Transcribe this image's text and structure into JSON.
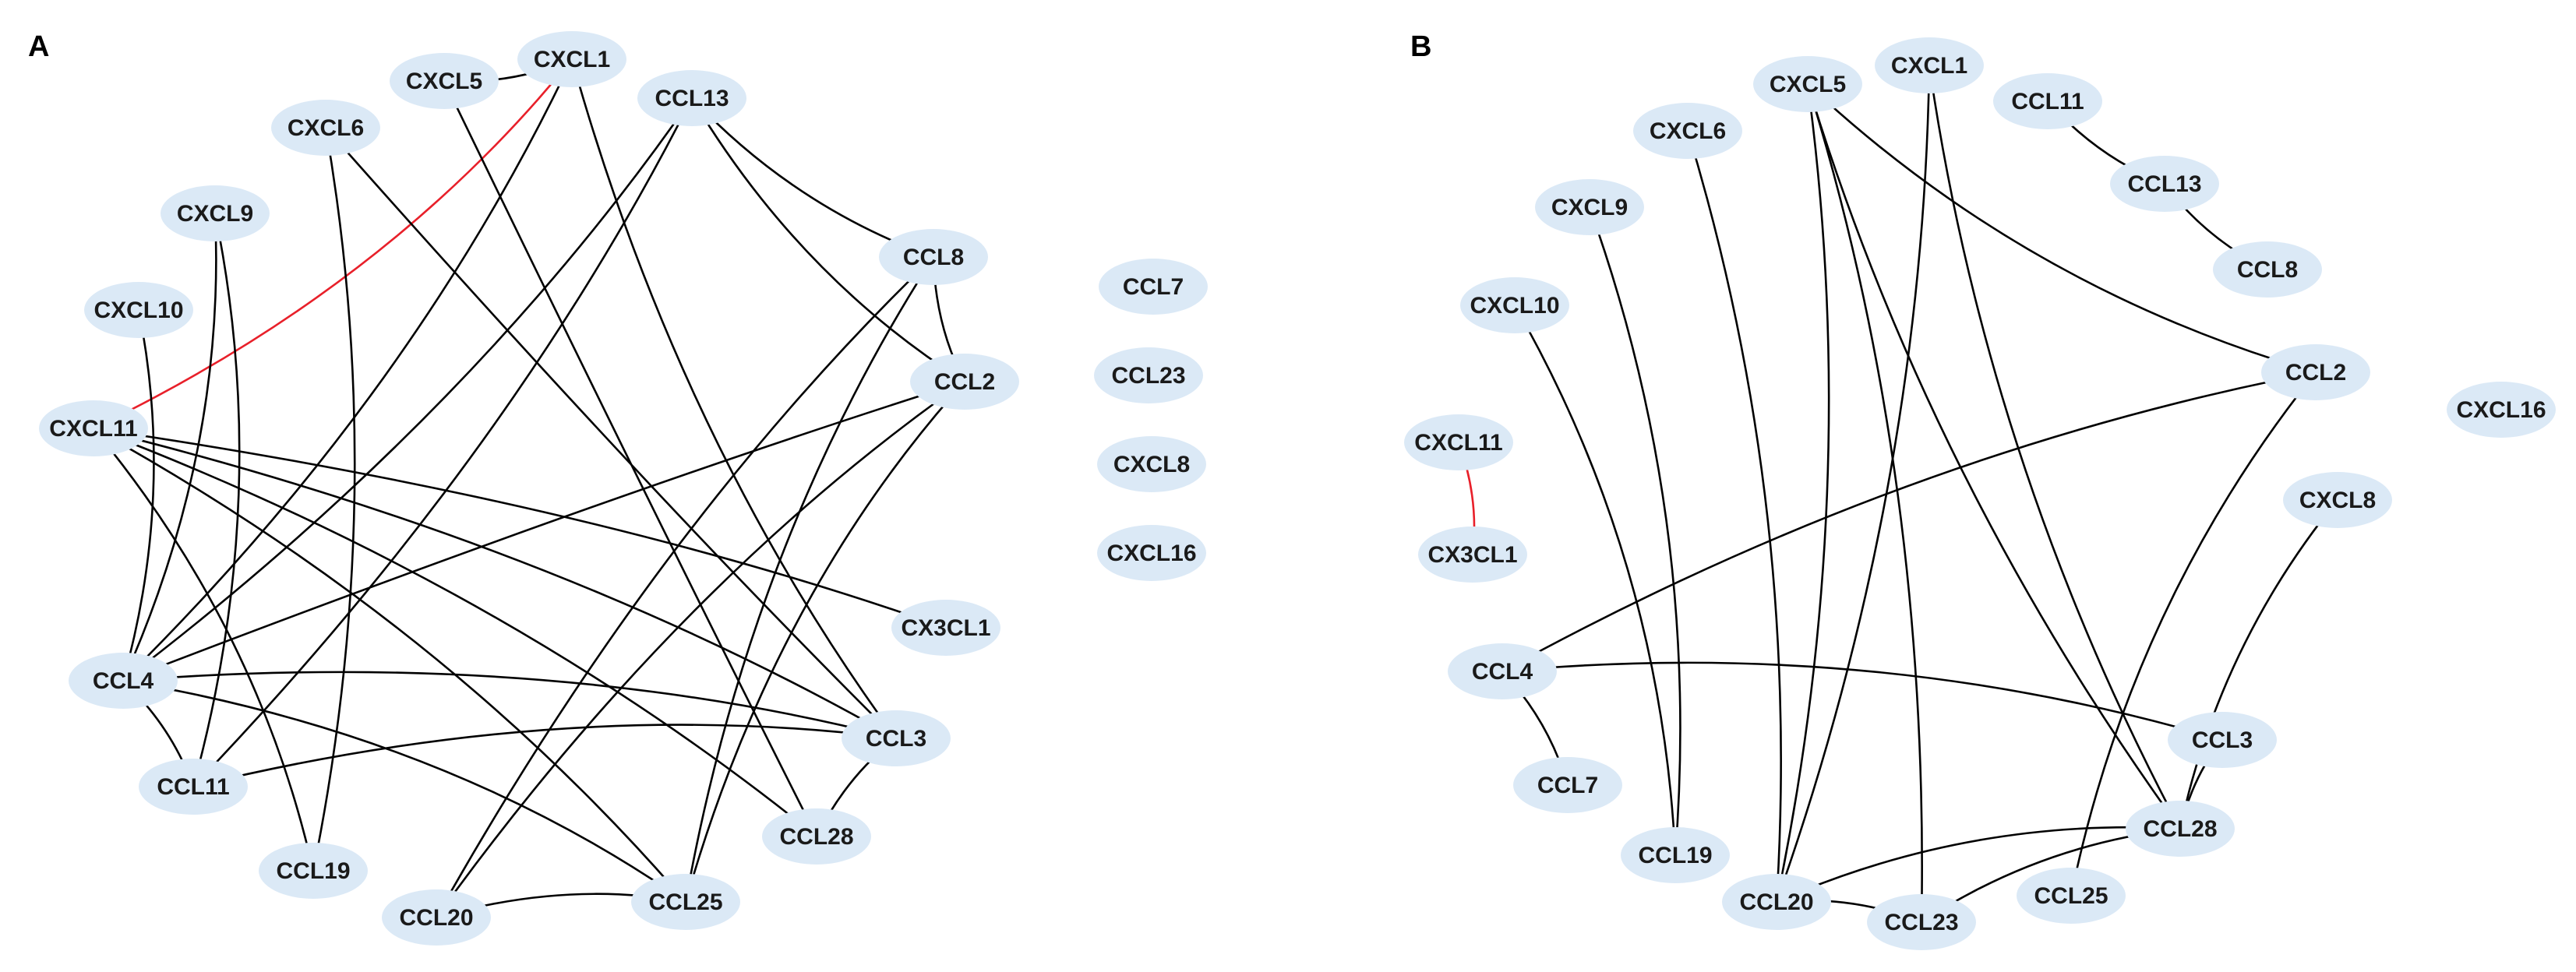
{
  "colors": {
    "node_fill": "#dbe9f6",
    "edge_default": "#000000",
    "edge_highlight": "#e8202a"
  },
  "panels": [
    {
      "label": "A",
      "nodes": [
        "CXCL5",
        "CXCL1",
        "CXCL6",
        "CCL13",
        "CXCL9",
        "CCL8",
        "CXCL10",
        "CCL7",
        "CCL2",
        "CCL23",
        "CXCL11",
        "CXCL8",
        "CXCL16",
        "CX3CL1",
        "CCL4",
        "CCL3",
        "CCL11",
        "CCL28",
        "CCL19",
        "CCL25",
        "CCL20"
      ],
      "edges": [
        [
          "CXCL5",
          "CXCL1",
          "default"
        ],
        [
          "CXCL1",
          "CXCL11",
          "highlight"
        ],
        [
          "CXCL1",
          "CCL4",
          "default"
        ],
        [
          "CXCL1",
          "CCL3",
          "default"
        ],
        [
          "CXCL5",
          "CCL28",
          "default"
        ],
        [
          "CXCL6",
          "CCL19",
          "default"
        ],
        [
          "CXCL6",
          "CCL3",
          "default"
        ],
        [
          "CCL13",
          "CCL8",
          "default"
        ],
        [
          "CCL13",
          "CCL2",
          "default"
        ],
        [
          "CCL13",
          "CCL4",
          "default"
        ],
        [
          "CCL13",
          "CCL11",
          "default"
        ],
        [
          "CCL8",
          "CCL2",
          "default"
        ],
        [
          "CCL8",
          "CCL20",
          "default"
        ],
        [
          "CCL8",
          "CCL25",
          "default"
        ],
        [
          "CCL2",
          "CCL4",
          "default"
        ],
        [
          "CCL2",
          "CCL20",
          "default"
        ],
        [
          "CCL2",
          "CCL25",
          "default"
        ],
        [
          "CXCL9",
          "CCL4",
          "default"
        ],
        [
          "CXCL9",
          "CCL11",
          "default"
        ],
        [
          "CXCL10",
          "CCL4",
          "default"
        ],
        [
          "CXCL11",
          "CX3CL1",
          "default"
        ],
        [
          "CXCL11",
          "CCL3",
          "default"
        ],
        [
          "CXCL11",
          "CCL28",
          "default"
        ],
        [
          "CXCL11",
          "CCL19",
          "default"
        ],
        [
          "CXCL11",
          "CCL25",
          "default"
        ],
        [
          "CCL4",
          "CCL3",
          "default"
        ],
        [
          "CCL4",
          "CCL11",
          "default"
        ],
        [
          "CCL4",
          "CCL25",
          "default"
        ],
        [
          "CCL11",
          "CCL3",
          "default"
        ],
        [
          "CCL3",
          "CCL28",
          "default"
        ],
        [
          "CCL20",
          "CCL25",
          "default"
        ]
      ]
    },
    {
      "label": "B",
      "nodes": [
        "CXCL5",
        "CXCL1",
        "CCL11",
        "CXCL6",
        "CCL13",
        "CXCL9",
        "CCL8",
        "CXCL10",
        "CCL2",
        "CXCL16",
        "CXCL11",
        "CXCL8",
        "CX3CL1",
        "CCL4",
        "CCL3",
        "CCL7",
        "CCL28",
        "CCL19",
        "CCL25",
        "CCL20",
        "CCL23"
      ],
      "edges": [
        [
          "CXCL11",
          "CX3CL1",
          "highlight"
        ],
        [
          "CCL11",
          "CCL13",
          "default"
        ],
        [
          "CCL13",
          "CCL8",
          "default"
        ],
        [
          "CXCL5",
          "CCL2",
          "default"
        ],
        [
          "CXCL5",
          "CCL20",
          "default"
        ],
        [
          "CXCL5",
          "CCL23",
          "default"
        ],
        [
          "CXCL5",
          "CCL28",
          "default"
        ],
        [
          "CXCL1",
          "CCL20",
          "default"
        ],
        [
          "CXCL1",
          "CCL28",
          "default"
        ],
        [
          "CXCL6",
          "CCL20",
          "default"
        ],
        [
          "CXCL9",
          "CCL19",
          "default"
        ],
        [
          "CXCL10",
          "CCL19",
          "default"
        ],
        [
          "CCL2",
          "CCL4",
          "default"
        ],
        [
          "CCL2",
          "CCL25",
          "default"
        ],
        [
          "CXCL8",
          "CCL28",
          "default"
        ],
        [
          "CCL4",
          "CCL7",
          "default"
        ],
        [
          "CCL4",
          "CCL3",
          "default"
        ],
        [
          "CCL3",
          "CCL28",
          "default"
        ],
        [
          "CCL28",
          "CCL20",
          "default"
        ],
        [
          "CCL28",
          "CCL23",
          "default"
        ],
        [
          "CCL20",
          "CCL23",
          "default"
        ]
      ]
    }
  ]
}
